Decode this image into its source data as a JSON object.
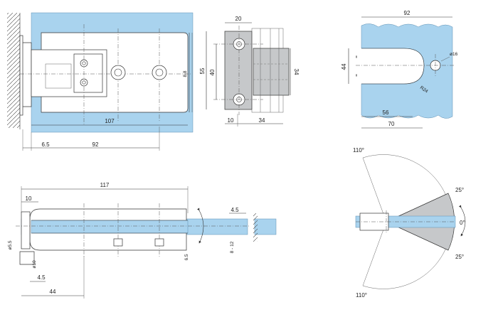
{
  "colors": {
    "glass": "#a9d3ee",
    "metal_grey": "#c6c8ca",
    "line": "#333333"
  },
  "views": {
    "front": {
      "dims": {
        "width": "107",
        "total": "92",
        "offset": "6.5",
        "height": "8.8"
      }
    },
    "side": {
      "dims": {
        "top": "20",
        "outer": "55",
        "inner": "40",
        "right": "34",
        "bottom_left": "10",
        "bottom_right": "34"
      }
    },
    "cutout": {
      "dims": {
        "top": "92",
        "height": "44",
        "diameter": "ø16",
        "radius": "R24",
        "inner_depth": "56",
        "outer_depth": "70"
      }
    },
    "section": {
      "dims": {
        "length": "117",
        "wall": "10",
        "glass": "4.5",
        "hole": "ø5.5",
        "fixing": "ø10",
        "base_offset": "4.5",
        "base": "44",
        "gap": "6.5",
        "thickness": "8 - 12"
      }
    },
    "rotation": {
      "labels": {
        "top": "110°",
        "bottom": "110°",
        "up": "25°",
        "down": "25°",
        "zero": "0°"
      }
    }
  }
}
